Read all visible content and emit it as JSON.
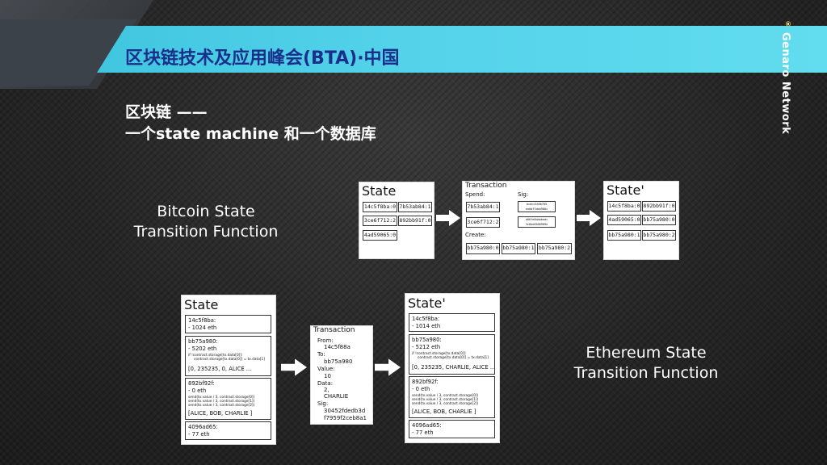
{
  "banner": {
    "title": "区块链技术及应用峰会(BTA)·中国"
  },
  "logo": {
    "text": "Genaro Network"
  },
  "heading": {
    "line1": "区块链 ——",
    "line2": "一个state machine 和一个数据库"
  },
  "bitcoin": {
    "label_line1": "Bitcoin State",
    "label_line2": "Transition Function",
    "state": {
      "title": "State",
      "cells": [
        "14c5f8ba:0",
        "7b53ab84:1",
        "3ce6f712:2",
        "892bb91f:0",
        "4ad59065:0"
      ]
    },
    "transaction": {
      "title": "Transaction",
      "spend_label": "Spend:",
      "sig_label": "Sig:",
      "spend": [
        "7b53ab84:1",
        "3ce6f712:2"
      ],
      "sig": [
        "bcdcc5a9b785 ea0df7deb900c",
        "d06fe8dabbadc 3c6be8508989e"
      ],
      "create_label": "Create:",
      "create": [
        "bb75a980:0",
        "bb75a980:1",
        "bb75a980:2"
      ]
    },
    "state_prime": {
      "title": "State'",
      "cells": [
        "14c5f8ba:0",
        "892bb91f:0",
        "4ad59065:0",
        "bb75a980:0",
        "bb75a980:1",
        "bb75a980:2"
      ]
    }
  },
  "ethereum": {
    "label_line1": "Ethereum State",
    "label_line2": "Transition Function",
    "state": {
      "title": "State",
      "acct1": {
        "addr": "14c5f8ba:",
        "bal": "- 1024 eth"
      },
      "acct2": {
        "addr": "bb75a980:",
        "bal": "- 5202 eth",
        "code": "if !contract.storage[tx.data[0]]:",
        "code2": "contract.storage[tx.data[0]] = tx.data[1]",
        "store": "[0, 235235, 0, ALICE ..."
      },
      "acct3": {
        "addr": "892bf92f:",
        "bal": "- 0 eth",
        "c1": "send(tx.value / 3, contract.storage[0])",
        "c2": "send(tx.value / 3, contract.storage[1])",
        "c3": "send(tx.value / 3, contract.storage[2])",
        "store": "[ALICE, BOB, CHARLIE ]"
      },
      "acct4": {
        "addr": "4096ad65:",
        "bal": "- 77 eth"
      }
    },
    "transaction": {
      "title": "Transaction",
      "lines": [
        "From:",
        "14c5f88a",
        "To:",
        "bb75a980",
        "Value:",
        "10",
        "Data:",
        "2,",
        "CHARLIE",
        "Sig:",
        "30452fdedb3d",
        "f7959f2ceb8a1"
      ]
    },
    "state_prime": {
      "title": "State'",
      "acct1": {
        "addr": "14c5f8ba:",
        "bal": "- 1014 eth"
      },
      "acct2": {
        "addr": "bb75a980:",
        "bal": "- 5212 eth",
        "code": "if !contract.storage[tx.data[0]]:",
        "code2": "contract.storage[tx.data[0]] = tx.data[1]",
        "store": "[0, 235235, CHARLIE, ALICE ..."
      },
      "acct3": {
        "addr": "892bf92f:",
        "bal": "- 0 eth",
        "c1": "send(tx.value / 3, contract.storage[0])",
        "c2": "send(tx.value / 3, contract.storage[1])",
        "c3": "send(tx.value / 3, contract.storage[2])",
        "store": "[ALICE, BOB, CHARLIE ]"
      },
      "acct4": {
        "addr": "4096ad65:",
        "bal": "- 77 eth"
      }
    }
  }
}
